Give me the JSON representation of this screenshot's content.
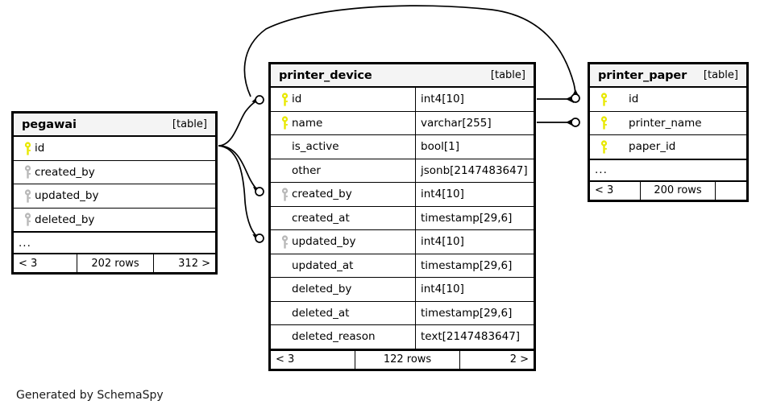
{
  "diagram": {
    "caption": "Generated by SchemaSpy",
    "table_tag": "[table]",
    "ellipsis": "...",
    "colors": {
      "primary_key": "#e8e800",
      "foreign_key": "#b0b0b0",
      "header_bg": "#f4f4f4",
      "border": "#000000",
      "background": "#ffffff"
    }
  },
  "tables": [
    {
      "id": "pegawai",
      "name": "pegawai",
      "tag": "[table]",
      "columns": [
        {
          "name": "id",
          "type": "",
          "key": "primary"
        },
        {
          "name": "created_by",
          "type": "",
          "key": "foreign"
        },
        {
          "name": "updated_by",
          "type": "",
          "key": "foreign"
        },
        {
          "name": "deleted_by",
          "type": "",
          "key": "foreign"
        }
      ],
      "more": "...",
      "footer": {
        "left": "< 3",
        "middle": "202 rows",
        "right": "312 >"
      }
    },
    {
      "id": "printer_device",
      "name": "printer_device",
      "tag": "[table]",
      "columns": [
        {
          "name": "id",
          "type": "int4[10]",
          "key": "primary"
        },
        {
          "name": "name",
          "type": "varchar[255]",
          "key": "primary"
        },
        {
          "name": "is_active",
          "type": "bool[1]",
          "key": "none"
        },
        {
          "name": "other",
          "type": "jsonb[2147483647]",
          "key": "none"
        },
        {
          "name": "created_by",
          "type": "int4[10]",
          "key": "foreign"
        },
        {
          "name": "created_at",
          "type": "timestamp[29,6]",
          "key": "none"
        },
        {
          "name": "updated_by",
          "type": "int4[10]",
          "key": "foreign"
        },
        {
          "name": "updated_at",
          "type": "timestamp[29,6]",
          "key": "none"
        },
        {
          "name": "deleted_by",
          "type": "int4[10]",
          "key": "none"
        },
        {
          "name": "deleted_at",
          "type": "timestamp[29,6]",
          "key": "none"
        },
        {
          "name": "deleted_reason",
          "type": "text[2147483647]",
          "key": "none"
        }
      ],
      "more": null,
      "footer": {
        "left": "< 3",
        "middle": "122 rows",
        "right": "2 >"
      }
    },
    {
      "id": "printer_paper",
      "name": "printer_paper",
      "tag": "[table]",
      "columns": [
        {
          "name": "id",
          "type": "",
          "key": "primary"
        },
        {
          "name": "printer_name",
          "type": "",
          "key": "primary"
        },
        {
          "name": "paper_id",
          "type": "",
          "key": "primary"
        }
      ],
      "more": "...",
      "footer": {
        "left": "< 3",
        "middle": "200 rows",
        "right": ""
      }
    }
  ],
  "relationships": [
    {
      "from": "pegawai.id",
      "to": "printer_device.id"
    },
    {
      "from": "pegawai.id",
      "to": "printer_device.created_by"
    },
    {
      "from": "pegawai.id",
      "to": "printer_device.updated_by"
    },
    {
      "from": "printer_device.id",
      "to": "printer_paper.id"
    },
    {
      "from": "printer_device.name",
      "to": "printer_paper.printer_name"
    },
    {
      "from": "printer_device.id",
      "to": "printer_paper.id_arc"
    }
  ]
}
